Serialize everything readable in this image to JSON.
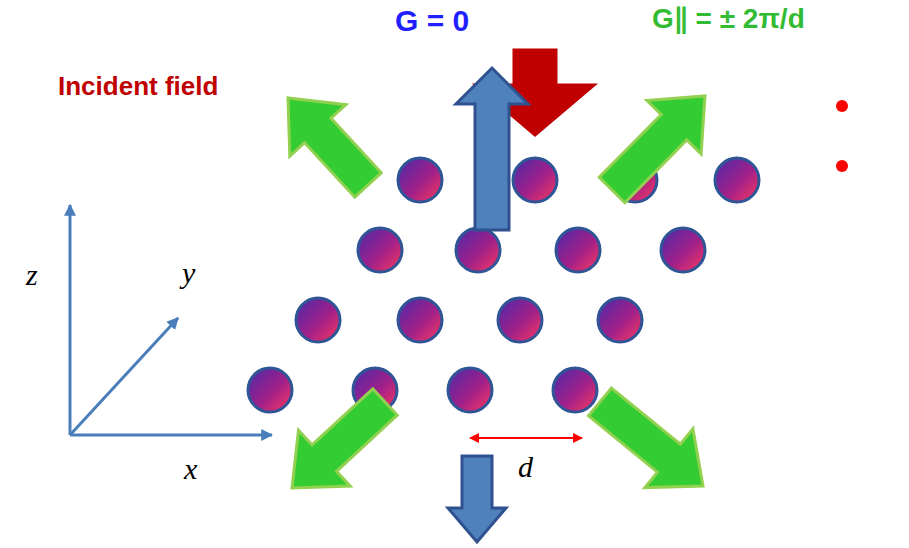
{
  "diagram": {
    "labels": [
      "G = 0",
      "G∥ = ± 2π/d",
      "Incident field",
      "z",
      "y",
      "x",
      "d"
    ]
  }
}
